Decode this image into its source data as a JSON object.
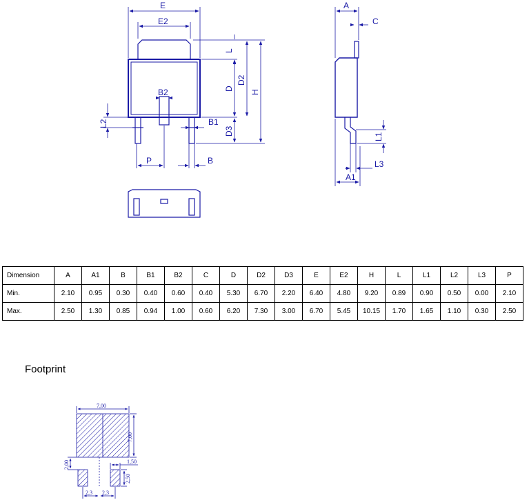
{
  "drawing": {
    "labels": {
      "E": "E",
      "E2": "E2",
      "L": "L",
      "D": "D",
      "D2": "D2",
      "H": "H",
      "B2": "B2",
      "L2": "L2",
      "B1": "B1",
      "D3": "D3",
      "P": "P",
      "B": "B",
      "A": "A",
      "C": "C",
      "L1": "L1",
      "L3": "L3",
      "A1": "A1"
    },
    "colors": {
      "line": "#1a1aa6"
    }
  },
  "table": {
    "header": [
      "Dimension",
      "A",
      "A1",
      "B",
      "B1",
      "B2",
      "C",
      "D",
      "D2",
      "D3",
      "E",
      "E2",
      "H",
      "L",
      "L1",
      "L2",
      "L3",
      "P"
    ],
    "rows": [
      [
        "Min.",
        "2.10",
        "0.95",
        "0.30",
        "0.40",
        "0.60",
        "0.40",
        "5.30",
        "6.70",
        "2.20",
        "6.40",
        "4.80",
        "9.20",
        "0.89",
        "0.90",
        "0.50",
        "0.00",
        "2.10"
      ],
      [
        "Max.",
        "2.50",
        "1.30",
        "0.85",
        "0.94",
        "1.00",
        "0.60",
        "6.20",
        "7.30",
        "3.00",
        "6.70",
        "5.45",
        "10.15",
        "1.70",
        "1.65",
        "1.10",
        "0.30",
        "2.50"
      ]
    ]
  },
  "footprint": {
    "title": "Footprint",
    "labels": {
      "width": "7,00",
      "height": "7,00",
      "gap": "2,00",
      "pad_w": "1,50",
      "pad_h": "2,50",
      "pitch1": "2,3",
      "pitch2": "2,3"
    }
  }
}
